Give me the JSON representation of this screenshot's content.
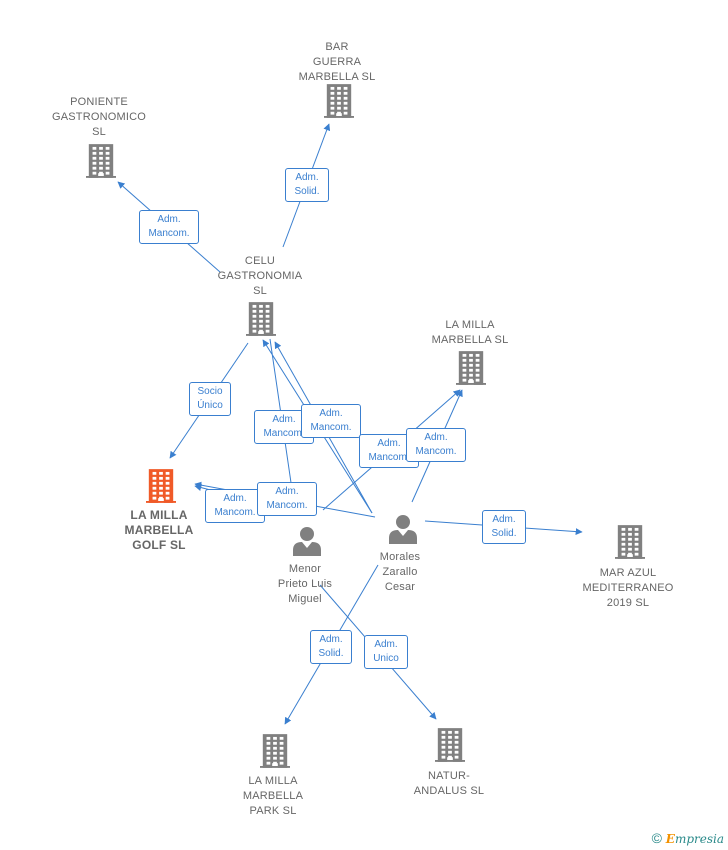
{
  "colors": {
    "edge": "#3a7fcf",
    "company": "#808080",
    "focus_company": "#f05a28",
    "person": "#808080"
  },
  "nodes": [
    {
      "id": "bar_guerra",
      "type": "company",
      "label": "BAR\nGUERRA\nMARBELLA  SL"
    },
    {
      "id": "poniente",
      "type": "company",
      "label": "PONIENTE\nGASTRONOMICO\nSL"
    },
    {
      "id": "celu",
      "type": "company",
      "label": "CELU\nGASTRONOMIA\nSL"
    },
    {
      "id": "lm_marbella",
      "type": "company",
      "label": "LA MILLA\nMARBELLA  SL"
    },
    {
      "id": "lm_golf",
      "type": "focus",
      "label": "LA MILLA\nMARBELLA\nGOLF  SL"
    },
    {
      "id": "menor",
      "type": "person",
      "label": "Menor\nPrieto Luis\nMiguel"
    },
    {
      "id": "morales",
      "type": "person",
      "label": "Morales\nZarallo\nCesar"
    },
    {
      "id": "mar_azul",
      "type": "company",
      "label": "MAR AZUL\nMEDITERRANEO\n2019  SL"
    },
    {
      "id": "lm_park",
      "type": "company",
      "label": "LA MILLA\nMARBELLA\nPARK  SL"
    },
    {
      "id": "natur",
      "type": "company",
      "label": "NATUR-\nANDALUS  SL"
    }
  ],
  "edges": [
    {
      "from": "celu",
      "to": "bar_guerra",
      "label": "Adm.\nSolid."
    },
    {
      "from": "celu",
      "to": "poniente",
      "label": "Adm.\nMancom."
    },
    {
      "from": "celu",
      "to": "lm_golf",
      "label": "Socio\nÚnico"
    },
    {
      "from": "menor",
      "to": "celu",
      "label": "Adm.\nMancom."
    },
    {
      "from": "morales",
      "to": "celu",
      "label": "Adm.\nMancom."
    },
    {
      "from": "menor",
      "to": "lm_marbella",
      "label": "Adm.\nMancom."
    },
    {
      "from": "morales",
      "to": "lm_marbella",
      "label": "Adm.\nMancom."
    },
    {
      "from": "menor",
      "to": "lm_golf",
      "label": "Adm.\nMancom."
    },
    {
      "from": "morales",
      "to": "lm_golf",
      "label": "Adm.\nMancom."
    },
    {
      "from": "morales",
      "to": "mar_azul",
      "label": "Adm.\nSolid."
    },
    {
      "from": "morales",
      "to": "lm_park",
      "label": "Adm.\nSolid."
    },
    {
      "from": "menor",
      "to": "natur",
      "label": "Adm.\nUnico"
    }
  ],
  "footer": {
    "copyright_symbol": "©",
    "brand": "mpresia",
    "brand_initial": "E"
  }
}
